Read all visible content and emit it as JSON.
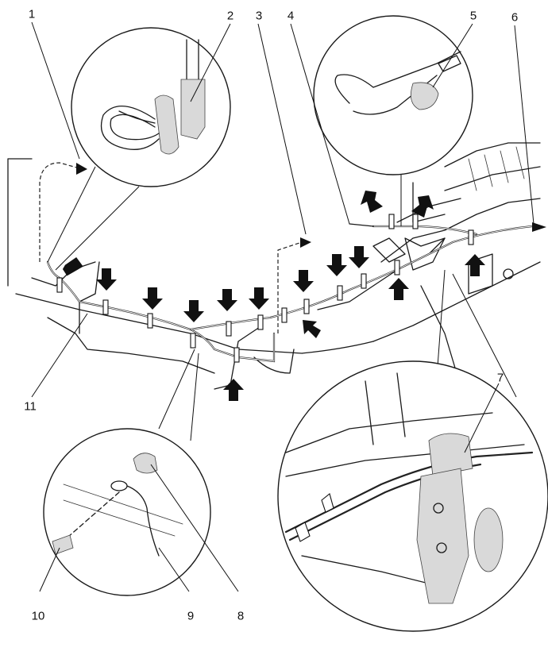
{
  "callouts": [
    {
      "id": "1",
      "text": "1"
    },
    {
      "id": "2",
      "text": "2"
    },
    {
      "id": "3",
      "text": "3"
    },
    {
      "id": "4",
      "text": "4"
    },
    {
      "id": "5",
      "text": "5"
    },
    {
      "id": "6",
      "text": "6"
    },
    {
      "id": "7",
      "text": "7"
    },
    {
      "id": "8",
      "text": "8"
    },
    {
      "id": "9",
      "text": "9"
    },
    {
      "id": "10",
      "text": "10"
    },
    {
      "id": "11",
      "text": "11"
    }
  ],
  "colors": {
    "line": "#1a1a1a",
    "background": "#ffffff",
    "fill": "#d9d9d9"
  },
  "icons": [
    "down-arrow-icon",
    "up-arrow-icon",
    "cable-clip-icon",
    "grommet-icon",
    "cap-nut-icon",
    "bolt-icon"
  ]
}
